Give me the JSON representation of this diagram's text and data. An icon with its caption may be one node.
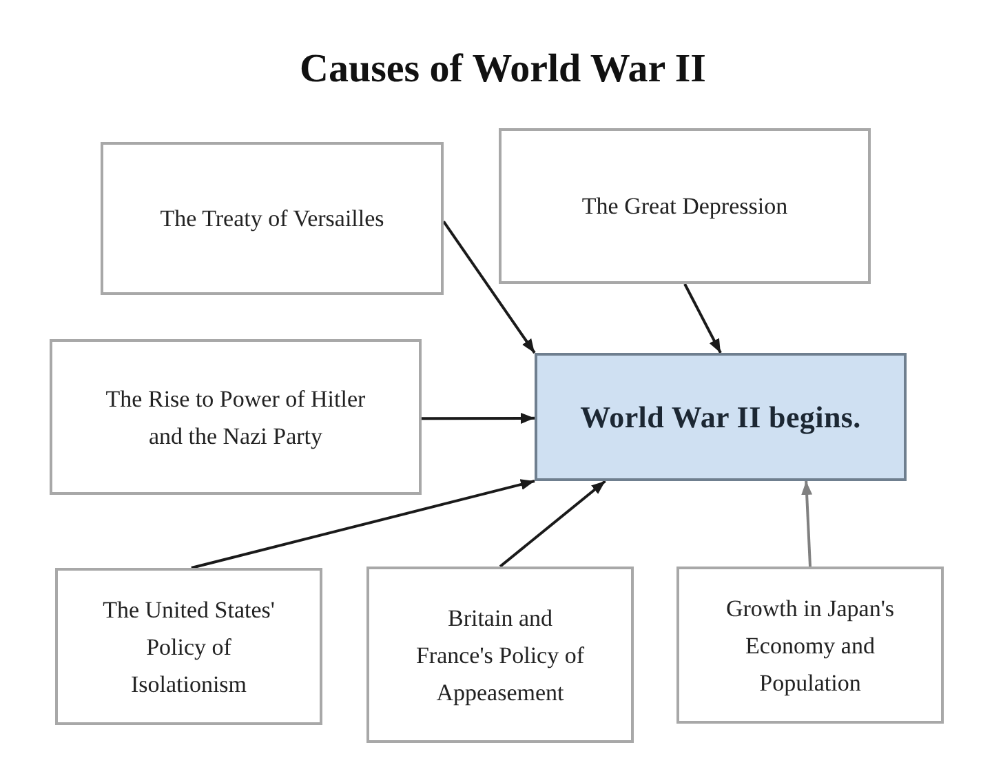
{
  "diagram": {
    "title": "Causes of World War II",
    "nodes": [
      {
        "text": [
          "The Treaty of Versailles"
        ]
      },
      {
        "text": [
          "The Great Depression"
        ]
      },
      {
        "text": [
          "The Rise to Power of Hitler and the Nazi Party"
        ]
      },
      {
        "text": [
          "World War II begins."
        ]
      },
      {
        "text": [
          "The United States' Policy of Isolationism"
        ]
      },
      {
        "text": [
          "Britain and France's Policy of Appeasement"
        ]
      },
      {
        "text": [
          "Growth in Japan's Economy and Population"
        ]
      }
    ],
    "edges": [
      {
        "from": 0,
        "to": 3,
        "arrow": "to"
      },
      {
        "from": 1,
        "to": 3,
        "arrow": "to"
      },
      {
        "from": 2,
        "to": 3,
        "arrow": "to"
      },
      {
        "from": 4,
        "to": 3,
        "arrow": "to"
      },
      {
        "from": 5,
        "to": 3,
        "arrow": "to"
      },
      {
        "from": 6,
        "to": 3,
        "arrow": "to",
        "color": "#808080"
      }
    ]
  }
}
